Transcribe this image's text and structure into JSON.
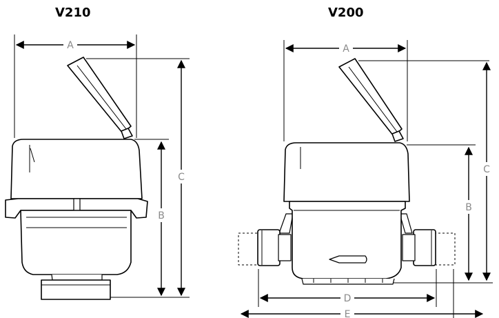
{
  "figures": [
    {
      "title": "V210",
      "dimensions": {
        "a": "A",
        "b": "B",
        "c": "C"
      }
    },
    {
      "title": "V200",
      "dimensions": {
        "a": "A",
        "b": "B",
        "c": "C",
        "d": "D",
        "e": "E"
      }
    }
  ],
  "colors": {
    "line": "#000000",
    "dimension_text": "#8a8a8a",
    "fill": "#ffffff",
    "dashed_outline": "#000000"
  }
}
